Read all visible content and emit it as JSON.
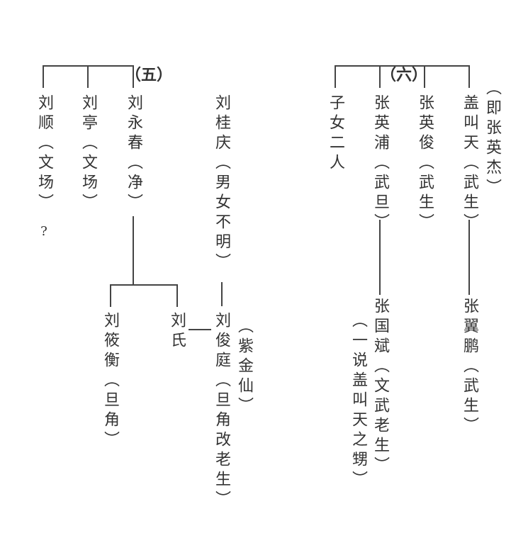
{
  "section5": {
    "title": "（五）",
    "liu_shun": "刘顺（文场）",
    "liu_shun_note": "?",
    "liu_ting": "刘亭（文场）",
    "liu_yongchun": "刘永春（净）",
    "liu_guiqing": "刘桂庆（男女不明）",
    "liu_xiaoheng": "刘筱衡（旦角）",
    "liu_shi": "刘氏",
    "liu_junting": "刘俊庭（旦角改老生）",
    "liu_junting_alias": "（紫金仙）"
  },
  "section6": {
    "title": "（六）",
    "children": "子女二人",
    "zhang_yingpu": "张英浦（武旦）",
    "zhang_yingjun": "张英俊（武生）",
    "gai_jiaotian": "盖叫天（武生）",
    "gai_jiaotian_alias": "（即张英杰）",
    "zhang_guobin": "张国斌（文武老生）",
    "zhang_guobin_note": "（一说盖叫天之甥）",
    "zhang_yipeng": "张翼鹏（武生）"
  }
}
